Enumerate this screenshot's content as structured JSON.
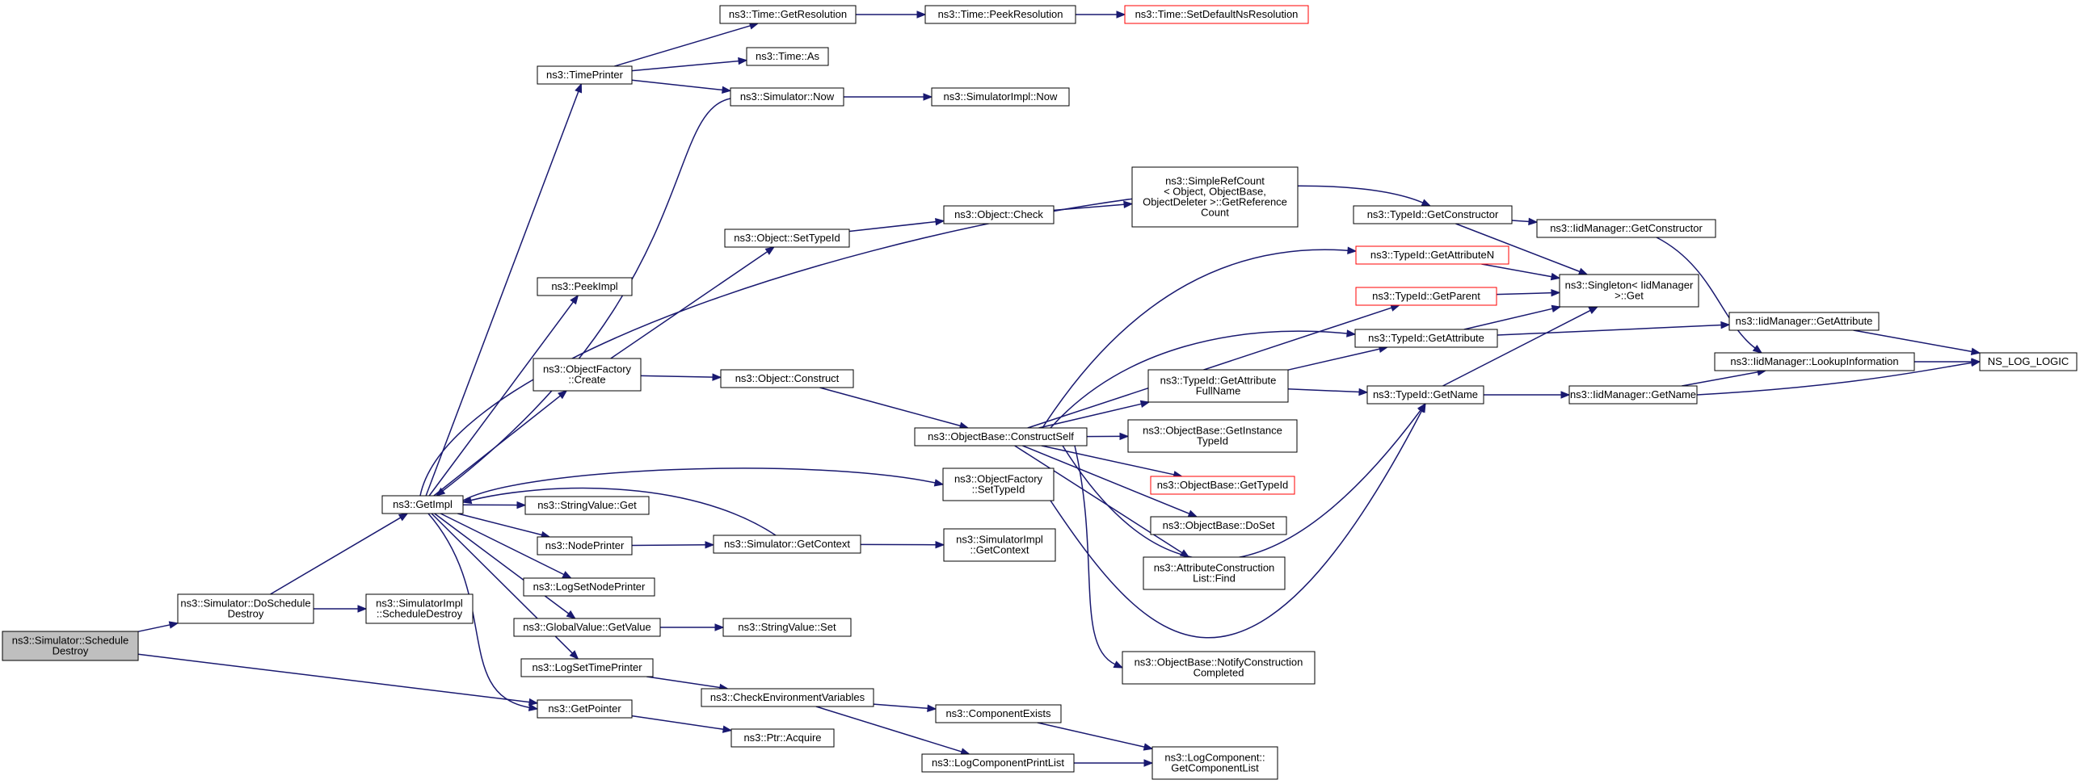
{
  "diagram": {
    "edge_color": "#191970",
    "node_border": "#000000",
    "node_border_external": "#ff0000",
    "root_fill": "#bfbfbf",
    "nodes": [
      {
        "id": "schedule_destroy",
        "lines": [
          "ns3::Simulator::Schedule",
          "Destroy"
        ],
        "root": true
      },
      {
        "id": "do_schedule_destroy",
        "lines": [
          "ns3::Simulator::DoSchedule",
          "Destroy"
        ]
      },
      {
        "id": "impl_schedule_destroy",
        "lines": [
          "ns3::SimulatorImpl",
          "::ScheduleDestroy"
        ]
      },
      {
        "id": "get_impl",
        "lines": [
          "ns3::GetImpl"
        ]
      },
      {
        "id": "get_pointer",
        "lines": [
          "ns3::GetPointer"
        ]
      },
      {
        "id": "ptr_acquire",
        "lines": [
          "ns3::Ptr::Acquire"
        ]
      },
      {
        "id": "time_printer",
        "lines": [
          "ns3::TimePrinter"
        ]
      },
      {
        "id": "peek_impl",
        "lines": [
          "ns3::PeekImpl"
        ]
      },
      {
        "id": "of_create",
        "lines": [
          "ns3::ObjectFactory",
          "::Create"
        ]
      },
      {
        "id": "stringvalue_get",
        "lines": [
          "ns3::StringValue::Get"
        ]
      },
      {
        "id": "node_printer",
        "lines": [
          "ns3::NodePrinter"
        ]
      },
      {
        "id": "log_set_node_printer",
        "lines": [
          "ns3::LogSetNodePrinter"
        ]
      },
      {
        "id": "globalvalue_getvalue",
        "lines": [
          "ns3::GlobalValue::GetValue"
        ]
      },
      {
        "id": "log_set_time_printer",
        "lines": [
          "ns3::LogSetTimePrinter"
        ]
      },
      {
        "id": "time_get_resolution",
        "lines": [
          "ns3::Time::GetResolution"
        ]
      },
      {
        "id": "time_as",
        "lines": [
          "ns3::Time::As"
        ]
      },
      {
        "id": "simulator_now",
        "lines": [
          "ns3::Simulator::Now"
        ]
      },
      {
        "id": "time_peek_resolution",
        "lines": [
          "ns3::Time::PeekResolution"
        ]
      },
      {
        "id": "time_set_default_ns_resolution",
        "lines": [
          "ns3::Time::SetDefaultNsResolution"
        ],
        "external": true
      },
      {
        "id": "simulatorimpl_now",
        "lines": [
          "ns3::SimulatorImpl::Now"
        ]
      },
      {
        "id": "object_set_typeid",
        "lines": [
          "ns3::Object::SetTypeId"
        ]
      },
      {
        "id": "object_check",
        "lines": [
          "ns3::Object::Check"
        ]
      },
      {
        "id": "simple_ref_count",
        "lines": [
          "ns3::SimpleRefCount",
          "< Object, ObjectBase,",
          "ObjectDeleter >::GetReference",
          "Count"
        ]
      },
      {
        "id": "object_construct",
        "lines": [
          "ns3::Object::Construct"
        ]
      },
      {
        "id": "objectbase_construct_self",
        "lines": [
          "ns3::ObjectBase::ConstructSelf"
        ]
      },
      {
        "id": "of_set_typeid",
        "lines": [
          "ns3::ObjectFactory",
          "::SetTypeId"
        ]
      },
      {
        "id": "simulator_get_context",
        "lines": [
          "ns3::Simulator::GetContext"
        ]
      },
      {
        "id": "simulatorimpl_get_context",
        "lines": [
          "ns3::SimulatorImpl",
          "::GetContext"
        ]
      },
      {
        "id": "stringvalue_set",
        "lines": [
          "ns3::StringValue::Set"
        ]
      },
      {
        "id": "check_env_vars",
        "lines": [
          "ns3::CheckEnvironmentVariables"
        ]
      },
      {
        "id": "component_exists",
        "lines": [
          "ns3::ComponentExists"
        ]
      },
      {
        "id": "log_component_print_list",
        "lines": [
          "ns3::LogComponentPrintList"
        ]
      },
      {
        "id": "logcomponent_get_component_list",
        "lines": [
          "ns3::LogComponent::",
          "GetComponentList"
        ]
      },
      {
        "id": "typeid_get_constructor",
        "lines": [
          "ns3::TypeId::GetConstructor"
        ]
      },
      {
        "id": "typeid_get_attribute_n",
        "lines": [
          "ns3::TypeId::GetAttributeN"
        ],
        "external": true
      },
      {
        "id": "typeid_get_parent",
        "lines": [
          "ns3::TypeId::GetParent"
        ],
        "external": true
      },
      {
        "id": "typeid_get_attribute",
        "lines": [
          "ns3::TypeId::GetAttribute"
        ]
      },
      {
        "id": "typeid_get_attribute_full_name",
        "lines": [
          "ns3::TypeId::GetAttribute",
          "FullName"
        ]
      },
      {
        "id": "typeid_get_name",
        "lines": [
          "ns3::TypeId::GetName"
        ]
      },
      {
        "id": "objectbase_get_instance_typeid",
        "lines": [
          "ns3::ObjectBase::GetInstance",
          "TypeId"
        ]
      },
      {
        "id": "objectbase_get_typeid",
        "lines": [
          "ns3::ObjectBase::GetTypeId"
        ],
        "external": true
      },
      {
        "id": "objectbase_doset",
        "lines": [
          "ns3::ObjectBase::DoSet"
        ]
      },
      {
        "id": "attribute_construction_list_find",
        "lines": [
          "ns3::AttributeConstruction",
          "List::Find"
        ]
      },
      {
        "id": "objectbase_notify_construction_completed",
        "lines": [
          "ns3::ObjectBase::NotifyConstruction",
          "Completed"
        ]
      },
      {
        "id": "iidmanager_get_constructor",
        "lines": [
          "ns3::IidManager::GetConstructor"
        ]
      },
      {
        "id": "singleton_get",
        "lines": [
          "ns3::Singleton< IidManager",
          ">::Get"
        ]
      },
      {
        "id": "iidmanager_get_attribute",
        "lines": [
          "ns3::IidManager::GetAttribute"
        ]
      },
      {
        "id": "iidmanager_lookup_information",
        "lines": [
          "ns3::IidManager::LookupInformation"
        ]
      },
      {
        "id": "iidmanager_get_name",
        "lines": [
          "ns3::IidManager::GetName"
        ]
      },
      {
        "id": "ns_log_logic",
        "lines": [
          "NS_LOG_LOGIC"
        ]
      }
    ],
    "edges": [
      [
        "schedule_destroy",
        "do_schedule_destroy"
      ],
      [
        "schedule_destroy",
        "get_pointer"
      ],
      [
        "do_schedule_destroy",
        "get_impl"
      ],
      [
        "do_schedule_destroy",
        "impl_schedule_destroy"
      ],
      [
        "get_impl",
        "time_printer"
      ],
      [
        "get_impl",
        "peek_impl"
      ],
      [
        "get_impl",
        "of_create"
      ],
      [
        "get_impl",
        "typeid_get_constructor"
      ],
      [
        "get_impl",
        "of_set_typeid"
      ],
      [
        "get_impl",
        "stringvalue_get"
      ],
      [
        "get_impl",
        "node_printer"
      ],
      [
        "get_impl",
        "log_set_node_printer"
      ],
      [
        "get_impl",
        "globalvalue_getvalue"
      ],
      [
        "get_impl",
        "log_set_time_printer"
      ],
      [
        "get_impl",
        "get_pointer"
      ],
      [
        "simulator_get_context",
        "get_impl"
      ],
      [
        "simulator_now",
        "get_impl"
      ],
      [
        "time_printer",
        "time_get_resolution"
      ],
      [
        "time_printer",
        "time_as"
      ],
      [
        "time_printer",
        "simulator_now"
      ],
      [
        "time_get_resolution",
        "time_peek_resolution"
      ],
      [
        "time_peek_resolution",
        "time_set_default_ns_resolution"
      ],
      [
        "simulator_now",
        "simulatorimpl_now"
      ],
      [
        "of_create",
        "object_set_typeid"
      ],
      [
        "of_create",
        "object_construct"
      ],
      [
        "object_set_typeid",
        "object_check"
      ],
      [
        "object_check",
        "simple_ref_count"
      ],
      [
        "object_construct",
        "objectbase_construct_self"
      ],
      [
        "node_printer",
        "simulator_get_context"
      ],
      [
        "simulator_get_context",
        "simulatorimpl_get_context"
      ],
      [
        "globalvalue_getvalue",
        "stringvalue_set"
      ],
      [
        "log_set_time_printer",
        "check_env_vars"
      ],
      [
        "check_env_vars",
        "component_exists"
      ],
      [
        "check_env_vars",
        "log_component_print_list"
      ],
      [
        "get_pointer",
        "ptr_acquire"
      ],
      [
        "component_exists",
        "logcomponent_get_component_list"
      ],
      [
        "log_component_print_list",
        "logcomponent_get_component_list"
      ],
      [
        "objectbase_construct_self",
        "typeid_get_attribute_n"
      ],
      [
        "objectbase_construct_self",
        "typeid_get_parent"
      ],
      [
        "objectbase_construct_self",
        "typeid_get_attribute"
      ],
      [
        "objectbase_construct_self",
        "typeid_get_attribute_full_name"
      ],
      [
        "objectbase_construct_self",
        "objectbase_get_instance_typeid"
      ],
      [
        "objectbase_construct_self",
        "objectbase_get_typeid"
      ],
      [
        "objectbase_construct_self",
        "objectbase_doset"
      ],
      [
        "objectbase_construct_self",
        "attribute_construction_list_find"
      ],
      [
        "objectbase_construct_self",
        "objectbase_notify_construction_completed"
      ],
      [
        "objectbase_construct_self",
        "typeid_get_name"
      ],
      [
        "of_set_typeid",
        "typeid_get_name"
      ],
      [
        "typeid_get_constructor",
        "iidmanager_get_constructor"
      ],
      [
        "typeid_get_constructor",
        "singleton_get"
      ],
      [
        "typeid_get_attribute_n",
        "singleton_get"
      ],
      [
        "typeid_get_parent",
        "singleton_get"
      ],
      [
        "typeid_get_attribute",
        "singleton_get"
      ],
      [
        "typeid_get_attribute",
        "iidmanager_get_attribute"
      ],
      [
        "typeid_get_attribute_full_name",
        "typeid_get_attribute"
      ],
      [
        "typeid_get_attribute_full_name",
        "typeid_get_name"
      ],
      [
        "typeid_get_name",
        "singleton_get"
      ],
      [
        "typeid_get_name",
        "iidmanager_get_name"
      ],
      [
        "iidmanager_get_constructor",
        "iidmanager_lookup_information"
      ],
      [
        "iidmanager_get_attribute",
        "ns_log_logic"
      ],
      [
        "iidmanager_get_name",
        "iidmanager_lookup_information"
      ],
      [
        "iidmanager_get_name",
        "ns_log_logic"
      ],
      [
        "iidmanager_lookup_information",
        "ns_log_logic"
      ]
    ]
  }
}
